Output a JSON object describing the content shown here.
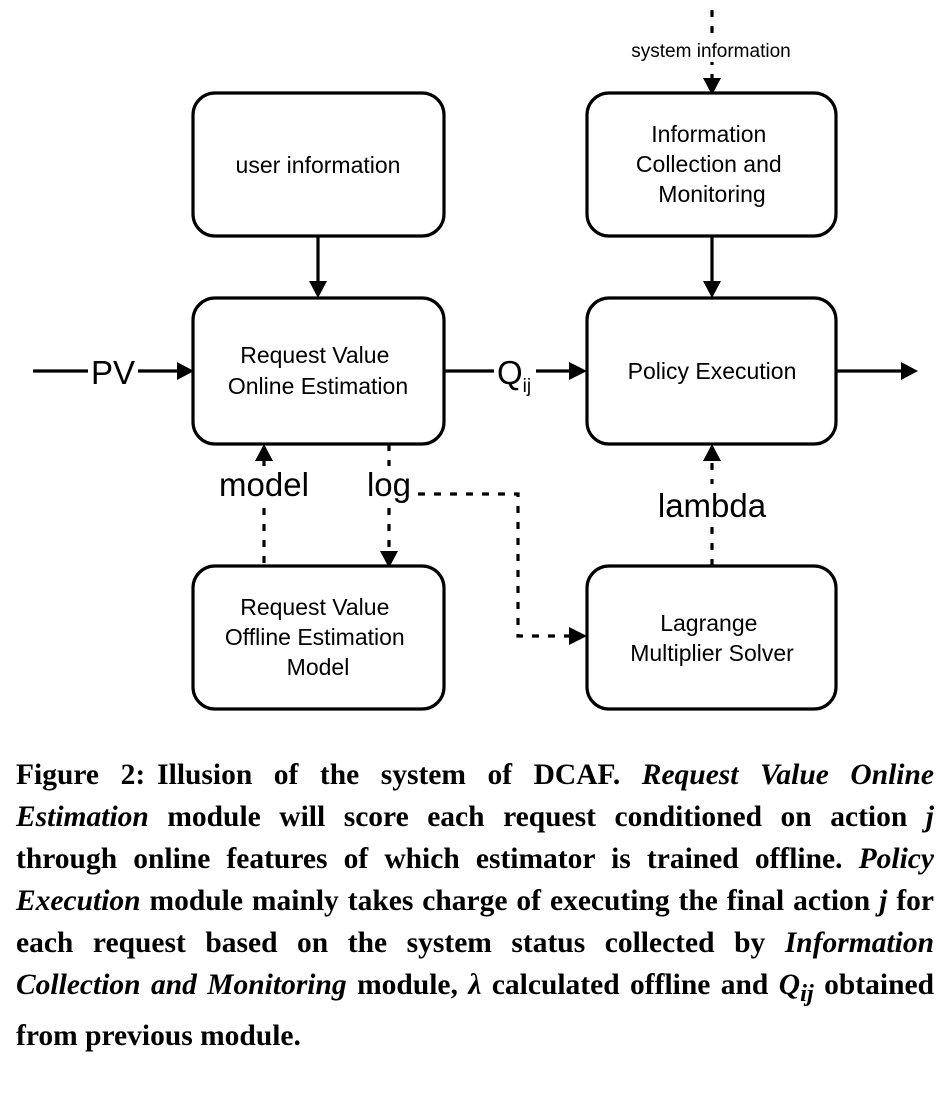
{
  "diagram": {
    "boxes": {
      "user_info": [
        "user information"
      ],
      "info_collection": [
        "Information",
        "Collection and",
        "Monitoring"
      ],
      "online_estimation": [
        "Request Value",
        "Online Estimation"
      ],
      "policy_execution": [
        "Policy Execution"
      ],
      "offline_model": [
        "Request Value",
        "Offline Estimation",
        "Model"
      ],
      "lagrange_solver": [
        "Lagrange",
        "Multiplier Solver"
      ]
    },
    "edge_labels": {
      "system_information": "system information",
      "pv": "PV",
      "q_main": "Q",
      "q_sub": "ij",
      "model": "model",
      "log": "log",
      "lambda": "lambda"
    }
  },
  "caption": {
    "figure_label": "Figure 2:",
    "seg1": "Illusion of the system of DCAF. ",
    "em1": "Request Value Online Estimation",
    "seg2": " module will score each request conditioned on action ",
    "var_j1": "j",
    "seg3": " through online features of which estimator is trained offline. ",
    "em2": "Policy Execution",
    "seg4": " module mainly takes charge of executing the final action ",
    "var_j2": "j",
    "seg5": " for each request based on the system status collected by ",
    "em3": "Information Collection and Monitoring",
    "seg6": " module, ",
    "var_lambda": "λ",
    "seg7": " calculated offline and ",
    "var_q": "Q",
    "var_q_sub": "ij",
    "seg8": " obtained from previous module."
  }
}
